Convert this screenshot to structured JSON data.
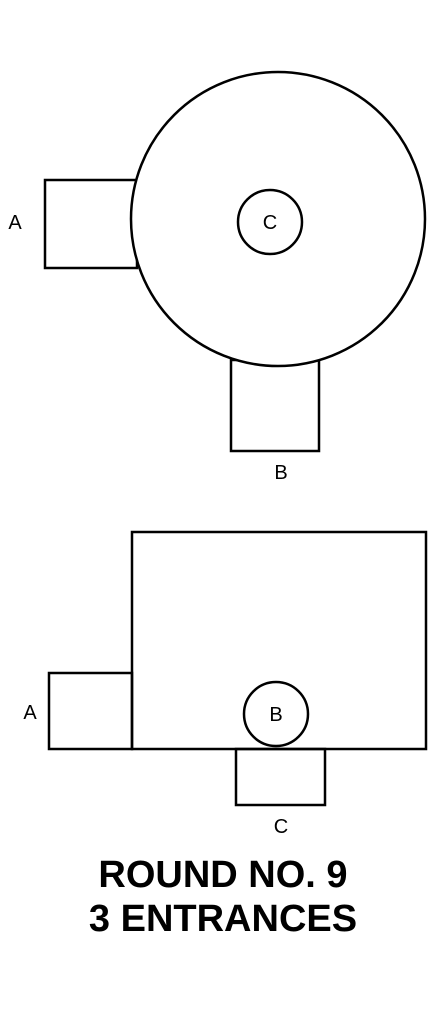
{
  "top_view": {
    "label_a": "A",
    "label_b": "B",
    "label_c": "C"
  },
  "side_view": {
    "label_a": "A",
    "label_b": "B",
    "label_c": "C"
  },
  "caption": {
    "line1": "ROUND NO. 9",
    "line2": "3 ENTRANCES"
  },
  "colors": {
    "stroke": "#000000",
    "background": "#ffffff"
  }
}
